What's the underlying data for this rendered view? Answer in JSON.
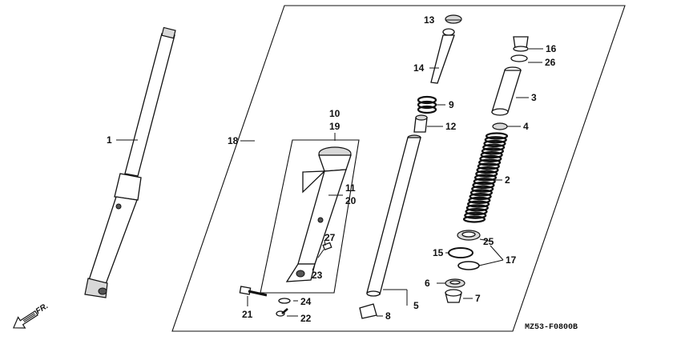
{
  "diagram": {
    "callouts": [
      "1",
      "2",
      "3",
      "4",
      "5",
      "6",
      "7",
      "8",
      "9",
      "10",
      "11",
      "12",
      "13",
      "14",
      "15",
      "16",
      "17",
      "18",
      "19",
      "20",
      "21",
      "22",
      "23",
      "24",
      "25",
      "26",
      "27"
    ],
    "direction_label": "FR.",
    "direction_icon": "arrow-front-icon",
    "diagram_code": "MZ53-F0800B"
  }
}
